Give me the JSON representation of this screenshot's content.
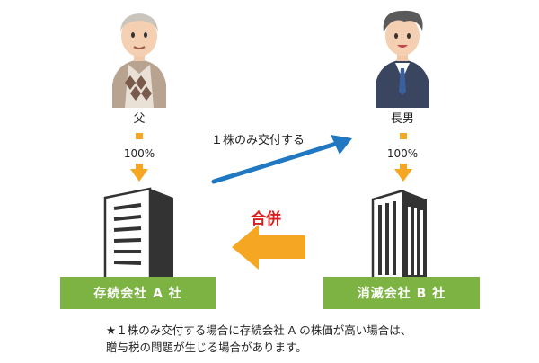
{
  "people": {
    "father": {
      "label": "父",
      "percent": "100%"
    },
    "son": {
      "label": "長男",
      "percent": "100%"
    }
  },
  "transfer_label": "１株のみ交付する",
  "merger_label": "合併",
  "companies": {
    "surviving": {
      "label": "存続会社 A 社"
    },
    "absorbed": {
      "label": "消滅会社 B 社"
    }
  },
  "note": {
    "line1": "★１株のみ交付する場合に存続会社 A の株価が高い場合は、",
    "line2": "贈与税の問題が生じる場合があります。"
  },
  "colors": {
    "company_band": "#7cb342",
    "down_arrow": "#f5a623",
    "merge_arrow": "#f5a623",
    "transfer_arrow": "#1f78c1",
    "merger_text": "#d62020"
  }
}
